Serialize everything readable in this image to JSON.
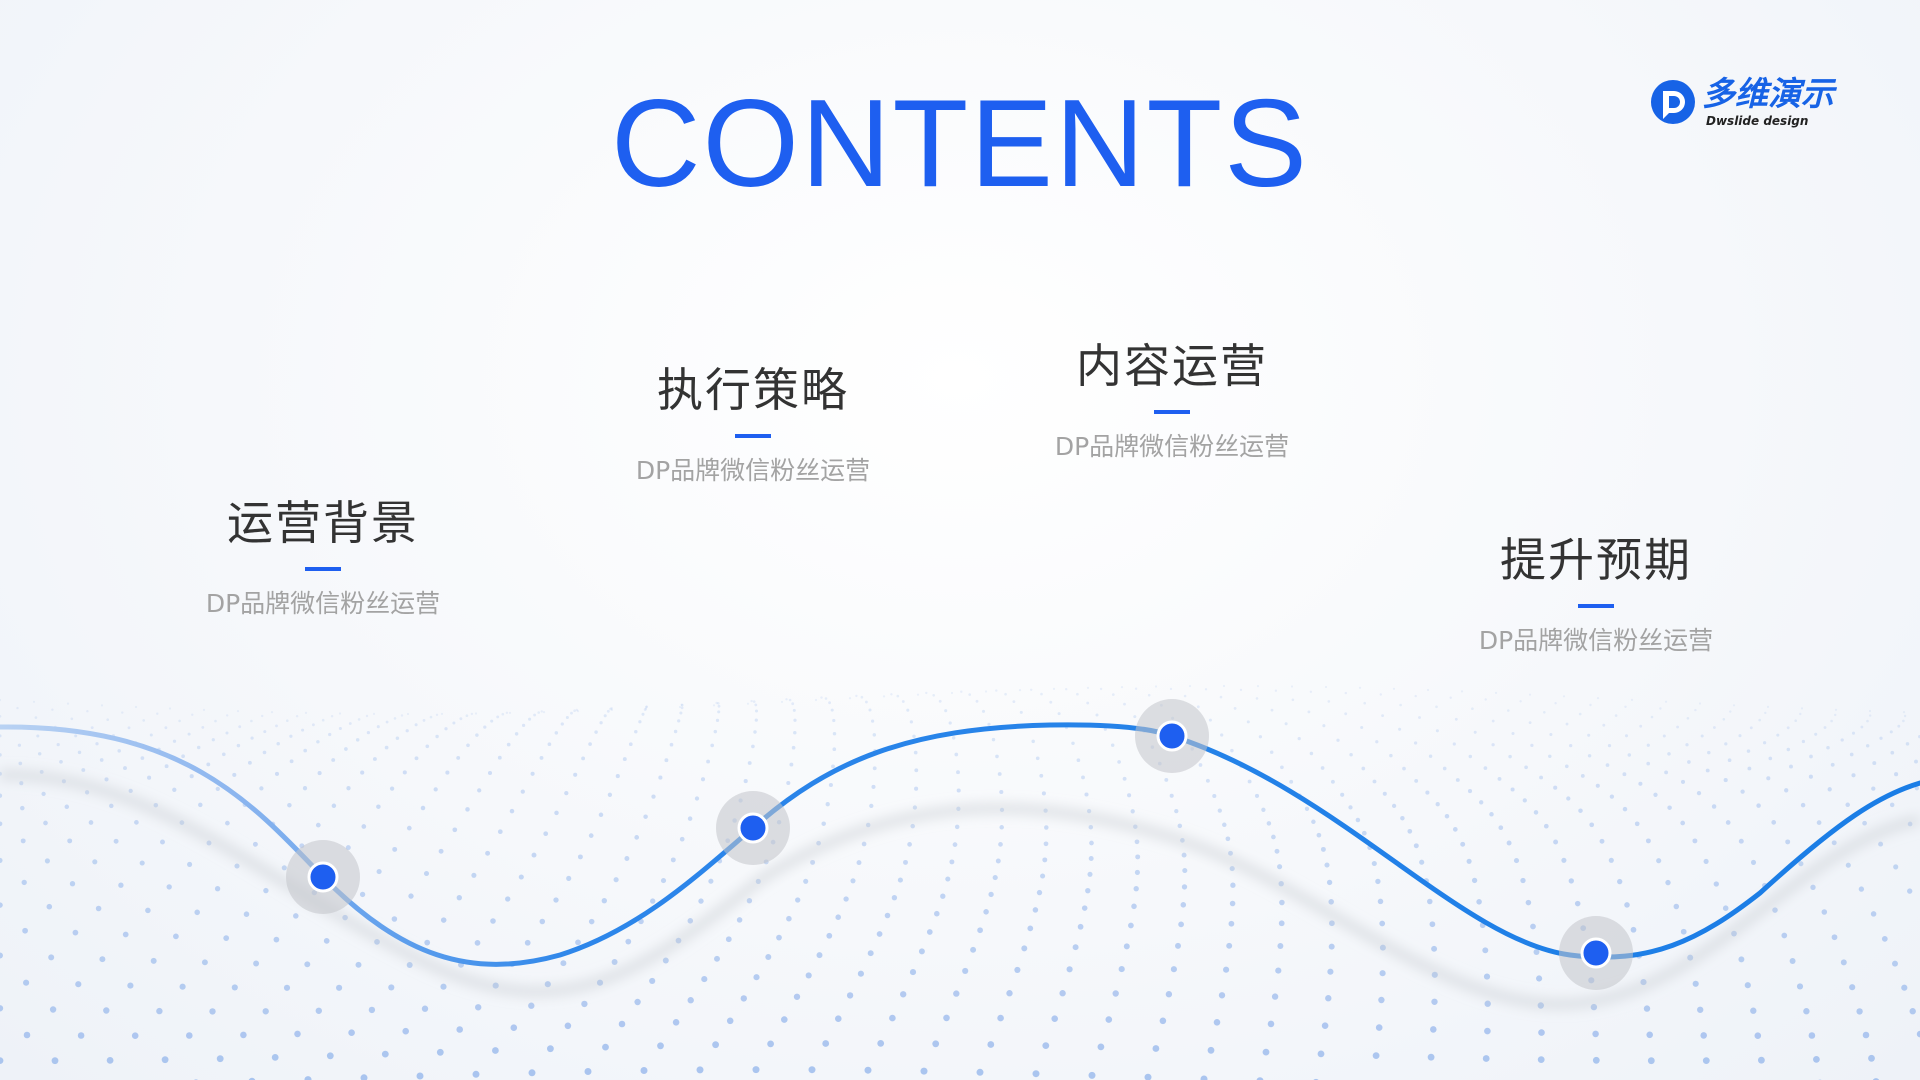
{
  "title": "CONTENTS",
  "logo": {
    "name": "多维演示",
    "tagline": "Dwslide design",
    "icon": "dp-logo-icon"
  },
  "items": [
    {
      "title": "运营背景",
      "subtitle": "DP品牌微信粉丝运营"
    },
    {
      "title": "执行策略",
      "subtitle": "DP品牌微信粉丝运营"
    },
    {
      "title": "内容运营",
      "subtitle": "DP品牌微信粉丝运营"
    },
    {
      "title": "提升预期",
      "subtitle": "DP品牌微信粉丝运营"
    }
  ],
  "colors": {
    "accent": "#1e5ff0",
    "wave_blue": "#1a7de6",
    "text_dark": "#333333",
    "text_muted": "#a3a3a3"
  }
}
